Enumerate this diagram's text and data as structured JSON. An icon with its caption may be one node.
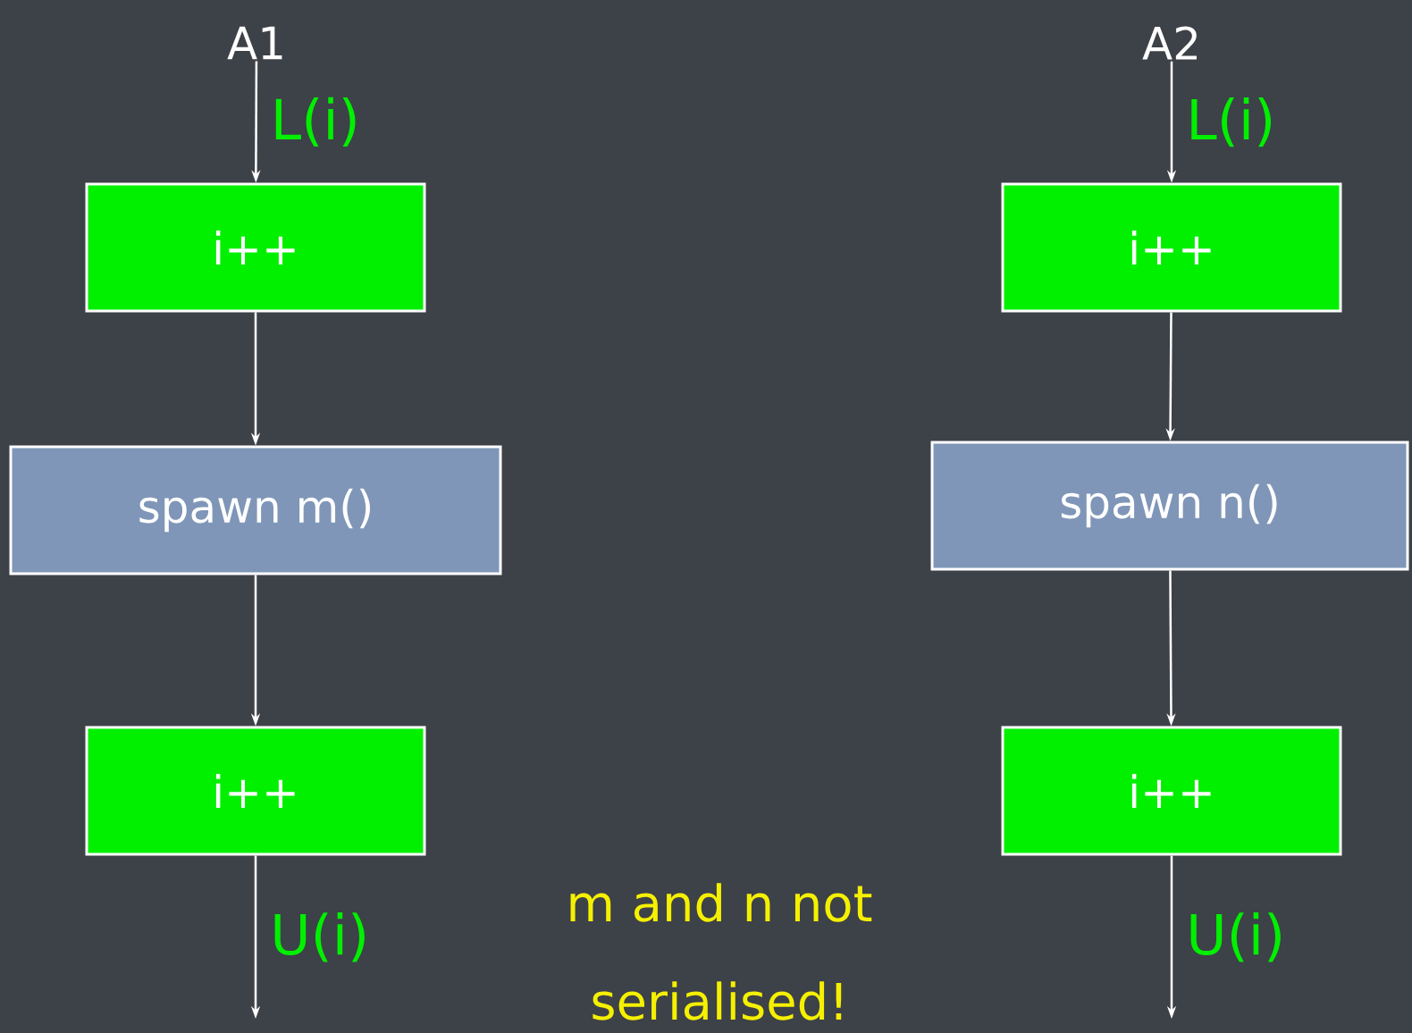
{
  "diagram": {
    "nodes": [
      {
        "text": [
          "A1"
        ]
      },
      {
        "text": [
          "i++"
        ]
      },
      {
        "text": [
          "spawn m()"
        ]
      },
      {
        "text": [
          "i++"
        ]
      },
      {
        "text": [
          "A2"
        ]
      },
      {
        "text": [
          "i++"
        ]
      },
      {
        "text": [
          "spawn n()"
        ]
      },
      {
        "text": [
          "i++"
        ]
      }
    ],
    "edges": [
      {
        "from": 0,
        "to": 1,
        "arrow": "to",
        "label": "L(i)"
      },
      {
        "from": 1,
        "to": 2,
        "arrow": "to"
      },
      {
        "from": 2,
        "to": 3,
        "arrow": "to"
      },
      {
        "from": 3,
        "to": null,
        "arrow": "to",
        "label": "U(i)"
      },
      {
        "from": 4,
        "to": 5,
        "arrow": "to",
        "label": "L(i)"
      },
      {
        "from": 5,
        "to": 6,
        "arrow": "to"
      },
      {
        "from": 6,
        "to": 7,
        "arrow": "to"
      },
      {
        "from": 7,
        "to": null,
        "arrow": "to",
        "label": "U(i)"
      }
    ],
    "labels": [
      "m and n not serialised!"
    ]
  }
}
